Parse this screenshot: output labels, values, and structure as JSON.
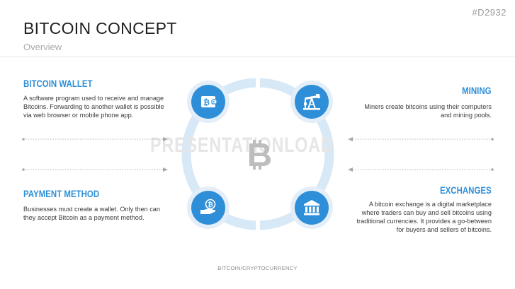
{
  "slide_id": "#D2932",
  "title": "BITCOIN CONCEPT",
  "subtitle": "Overview",
  "watermark": "PRESENTATIONLOAD",
  "footer": "BITCOIN/CRYPTOCURRENCY",
  "colors": {
    "accent": "#2e8fd8",
    "ring": "#d7e8f7",
    "center_icon": "#bdbdbd"
  },
  "sections": {
    "wallet": {
      "heading": "BITCOIN WALLET",
      "text": "A software program used to receive and manage Bitcoins. Forwarding to another wallet is possible via web browser or mobile phone app.",
      "icon": "wallet-bitcoin-icon"
    },
    "mining": {
      "heading": "MINING",
      "text": "Miners create bitcoins using their computers and mining pools.",
      "icon": "pumpjack-icon"
    },
    "payment": {
      "heading": "PAYMENT METHOD",
      "text": "Businesses must create a wallet. Only then can they accept Bitcoin as a payment method.",
      "icon": "hand-coin-icon"
    },
    "exchanges": {
      "heading": "EXCHANGES",
      "text": "A bitcoin exchange is a digital marketplace where traders can buy and sell bitcoins using traditional currencies. It provides a go-between for buyers and sellers of bitcoins.",
      "icon": "bank-icon"
    }
  },
  "center_icon": "bitcoin-icon"
}
